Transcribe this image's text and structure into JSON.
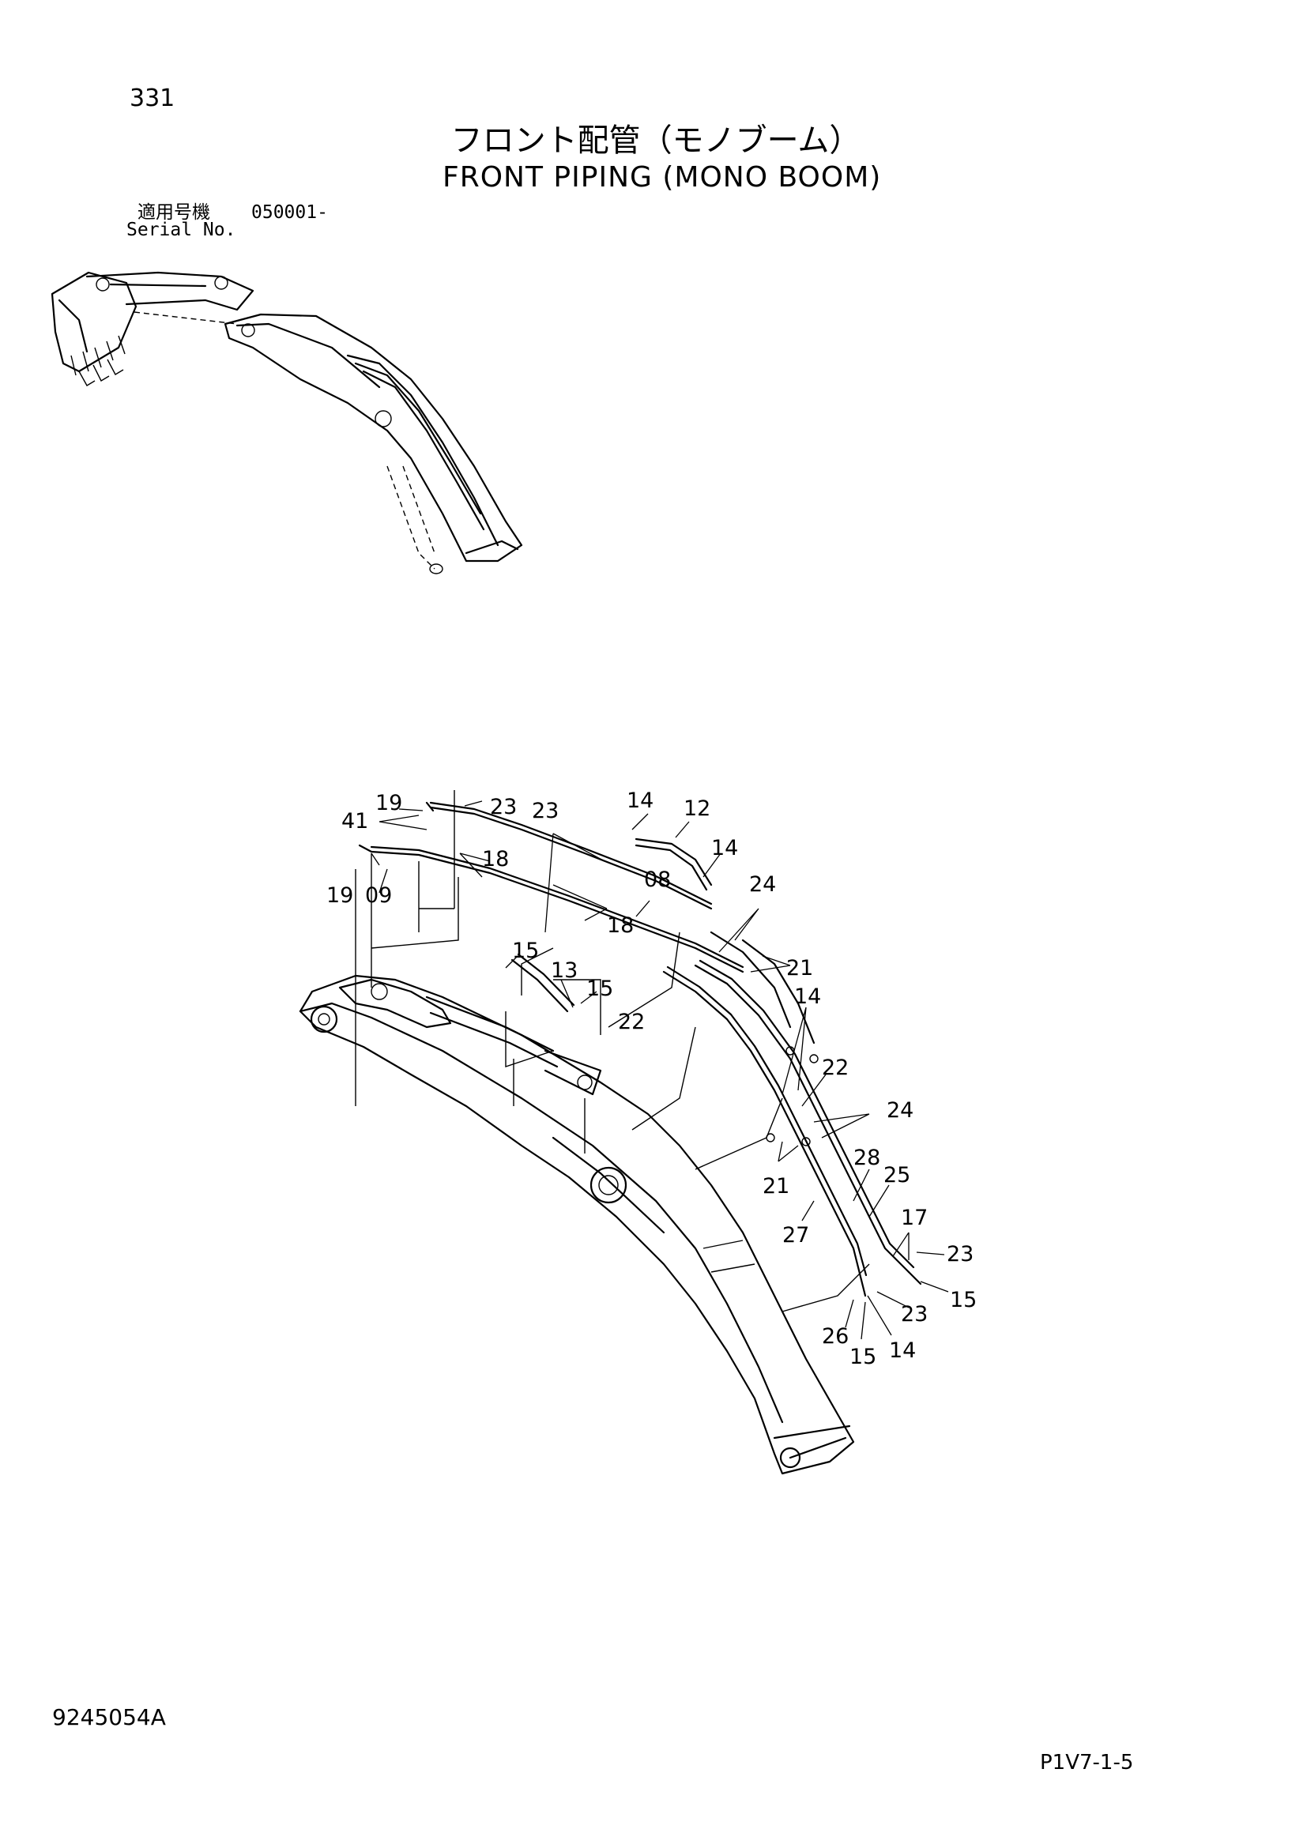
{
  "page_number": "331",
  "title_ja": "フロント配管（モノブーム）",
  "title_en": "FRONT PIPING (MONO BOOM)",
  "serial": {
    "label_ja": "適用号機",
    "range": "050001-",
    "label_en": "Serial No."
  },
  "callouts": [
    "19",
    "23",
    "41",
    "23",
    "14",
    "12",
    "18",
    "14",
    "19",
    "09",
    "08",
    "24",
    "18",
    "15",
    "21",
    "13",
    "15",
    "14",
    "22",
    "22",
    "24",
    "21",
    "28",
    "25",
    "17",
    "27",
    "23",
    "15",
    "26",
    "23",
    "15",
    "14"
  ],
  "footer": {
    "doc_code": "9245054A",
    "page_ref": "P1V7-1-5"
  }
}
